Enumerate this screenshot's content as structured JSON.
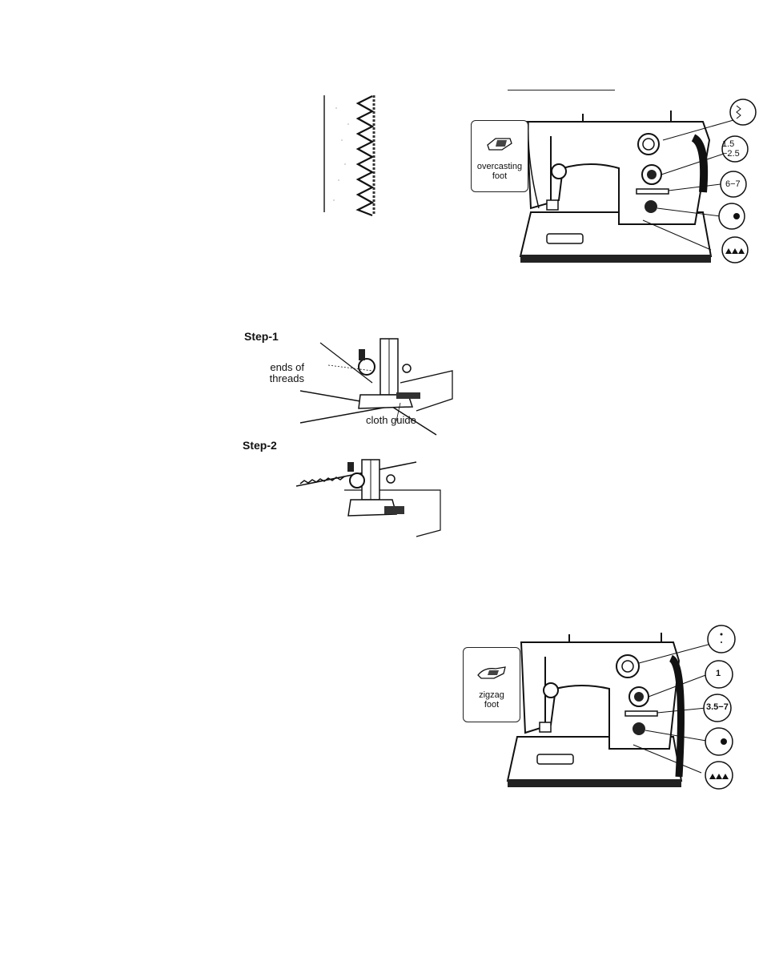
{
  "figure_overcast": {
    "foot_label": "overcasting foot",
    "callouts": {
      "stitch_width": "1.5\n−2.5",
      "stitch_length": "6−7"
    }
  },
  "figure_steps": {
    "step1": {
      "title": "Step-1",
      "ends_of_threads": "ends of\nthreads",
      "cloth_guide": "cloth guide"
    },
    "step2": {
      "title": "Step-2"
    }
  },
  "figure_zigzag": {
    "foot_label": "zigzag\nfoot",
    "callouts": {
      "stitch_width": "1",
      "stitch_length": "3.5−7"
    }
  }
}
